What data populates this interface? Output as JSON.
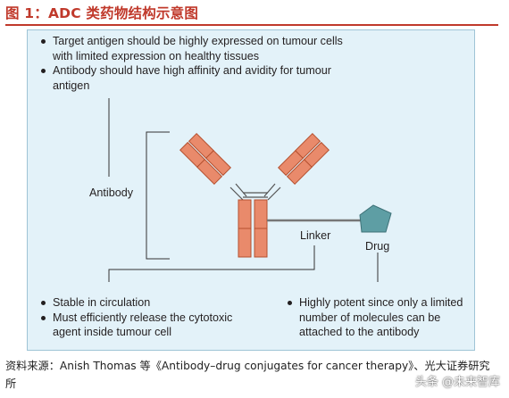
{
  "title": "图 1：ADC 类药物结构示意图",
  "top_bullets": [
    "Target antigen should be highly expressed on tumour cells with limited expression on healthy tissues",
    "Antibody should have high affinity and avidity for tumour antigen"
  ],
  "labels": {
    "antibody": "Antibody",
    "linker": "Linker",
    "drug": "Drug"
  },
  "bottom_left_bullets": [
    "Stable in circulation",
    "Must efficiently release the cytotoxic agent inside tumour cell"
  ],
  "bottom_right_bullets": [
    "Highly potent since only a limited number of molecules can be attached to the antibody"
  ],
  "source": "资料来源：Anish Thomas 等《Antibody–drug conjugates for cancer therapy》、光大证券研究所",
  "watermark": "头条 @未来智库",
  "colors": {
    "title": "#c0392b",
    "panel_background": "#e3f2f9",
    "antibody_fill": "#e98a6b",
    "drug_fill": "#5e9ea4"
  }
}
